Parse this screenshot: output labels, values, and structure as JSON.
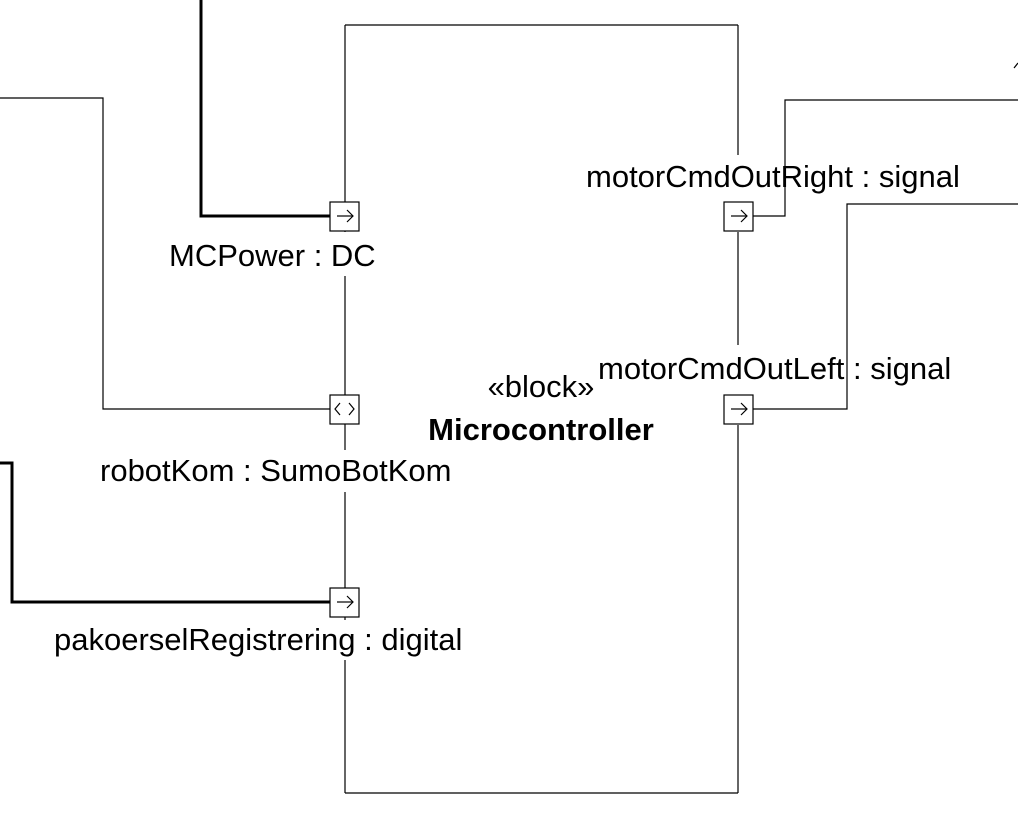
{
  "block": {
    "stereotype": "«block»",
    "name": "Microcontroller"
  },
  "ports": {
    "mc_power": {
      "label": "MCPower : DC",
      "direction": "in"
    },
    "robot_kom": {
      "label": "robotKom : SumoBotKom",
      "direction": "inout"
    },
    "pakoersel": {
      "label": "pakoerselRegistrering : digital",
      "direction": "in"
    },
    "motor_right": {
      "label": "motorCmdOutRight : signal",
      "direction": "out"
    },
    "motor_left": {
      "label": "motorCmdOutLeft : signal",
      "direction": "out"
    }
  }
}
